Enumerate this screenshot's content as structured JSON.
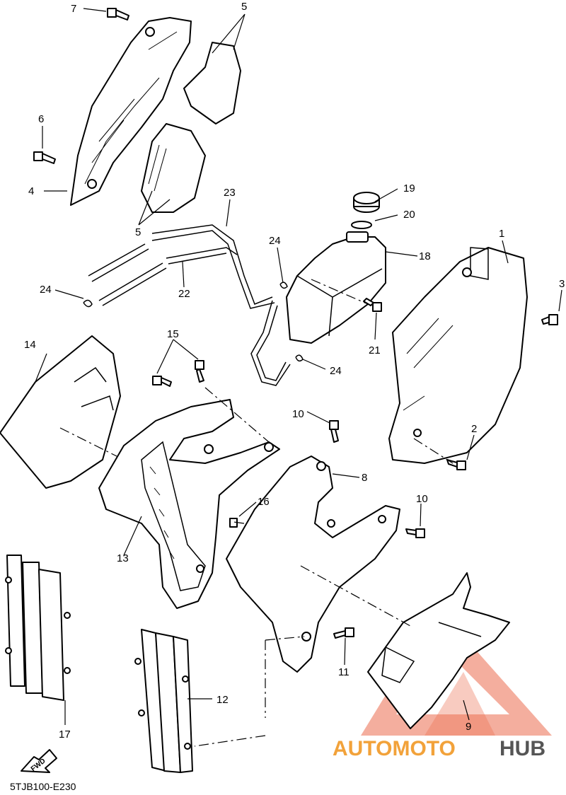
{
  "diagram_code": "5TJB100-E230",
  "fwd_label": "FWD",
  "watermark": {
    "part1": "AUTOMOTO",
    "part2": "HUB",
    "color_accent": "#e8522f",
    "color_orange": "#f2a23a",
    "color_dark": "#555555"
  },
  "callouts": {
    "n1": "1",
    "n2": "2",
    "n3": "3",
    "n4": "4",
    "n5a": "5",
    "n5b": "5",
    "n6": "6",
    "n7": "7",
    "n8": "8",
    "n9": "9",
    "n10a": "10",
    "n10b": "10",
    "n11": "11",
    "n12": "12",
    "n13": "13",
    "n14": "14",
    "n15": "15",
    "n16": "16",
    "n17": "17",
    "n18": "18",
    "n19": "19",
    "n20": "20",
    "n21": "21",
    "n22": "22",
    "n23": "23",
    "n24a": "24",
    "n24b": "24",
    "n24c": "24"
  }
}
